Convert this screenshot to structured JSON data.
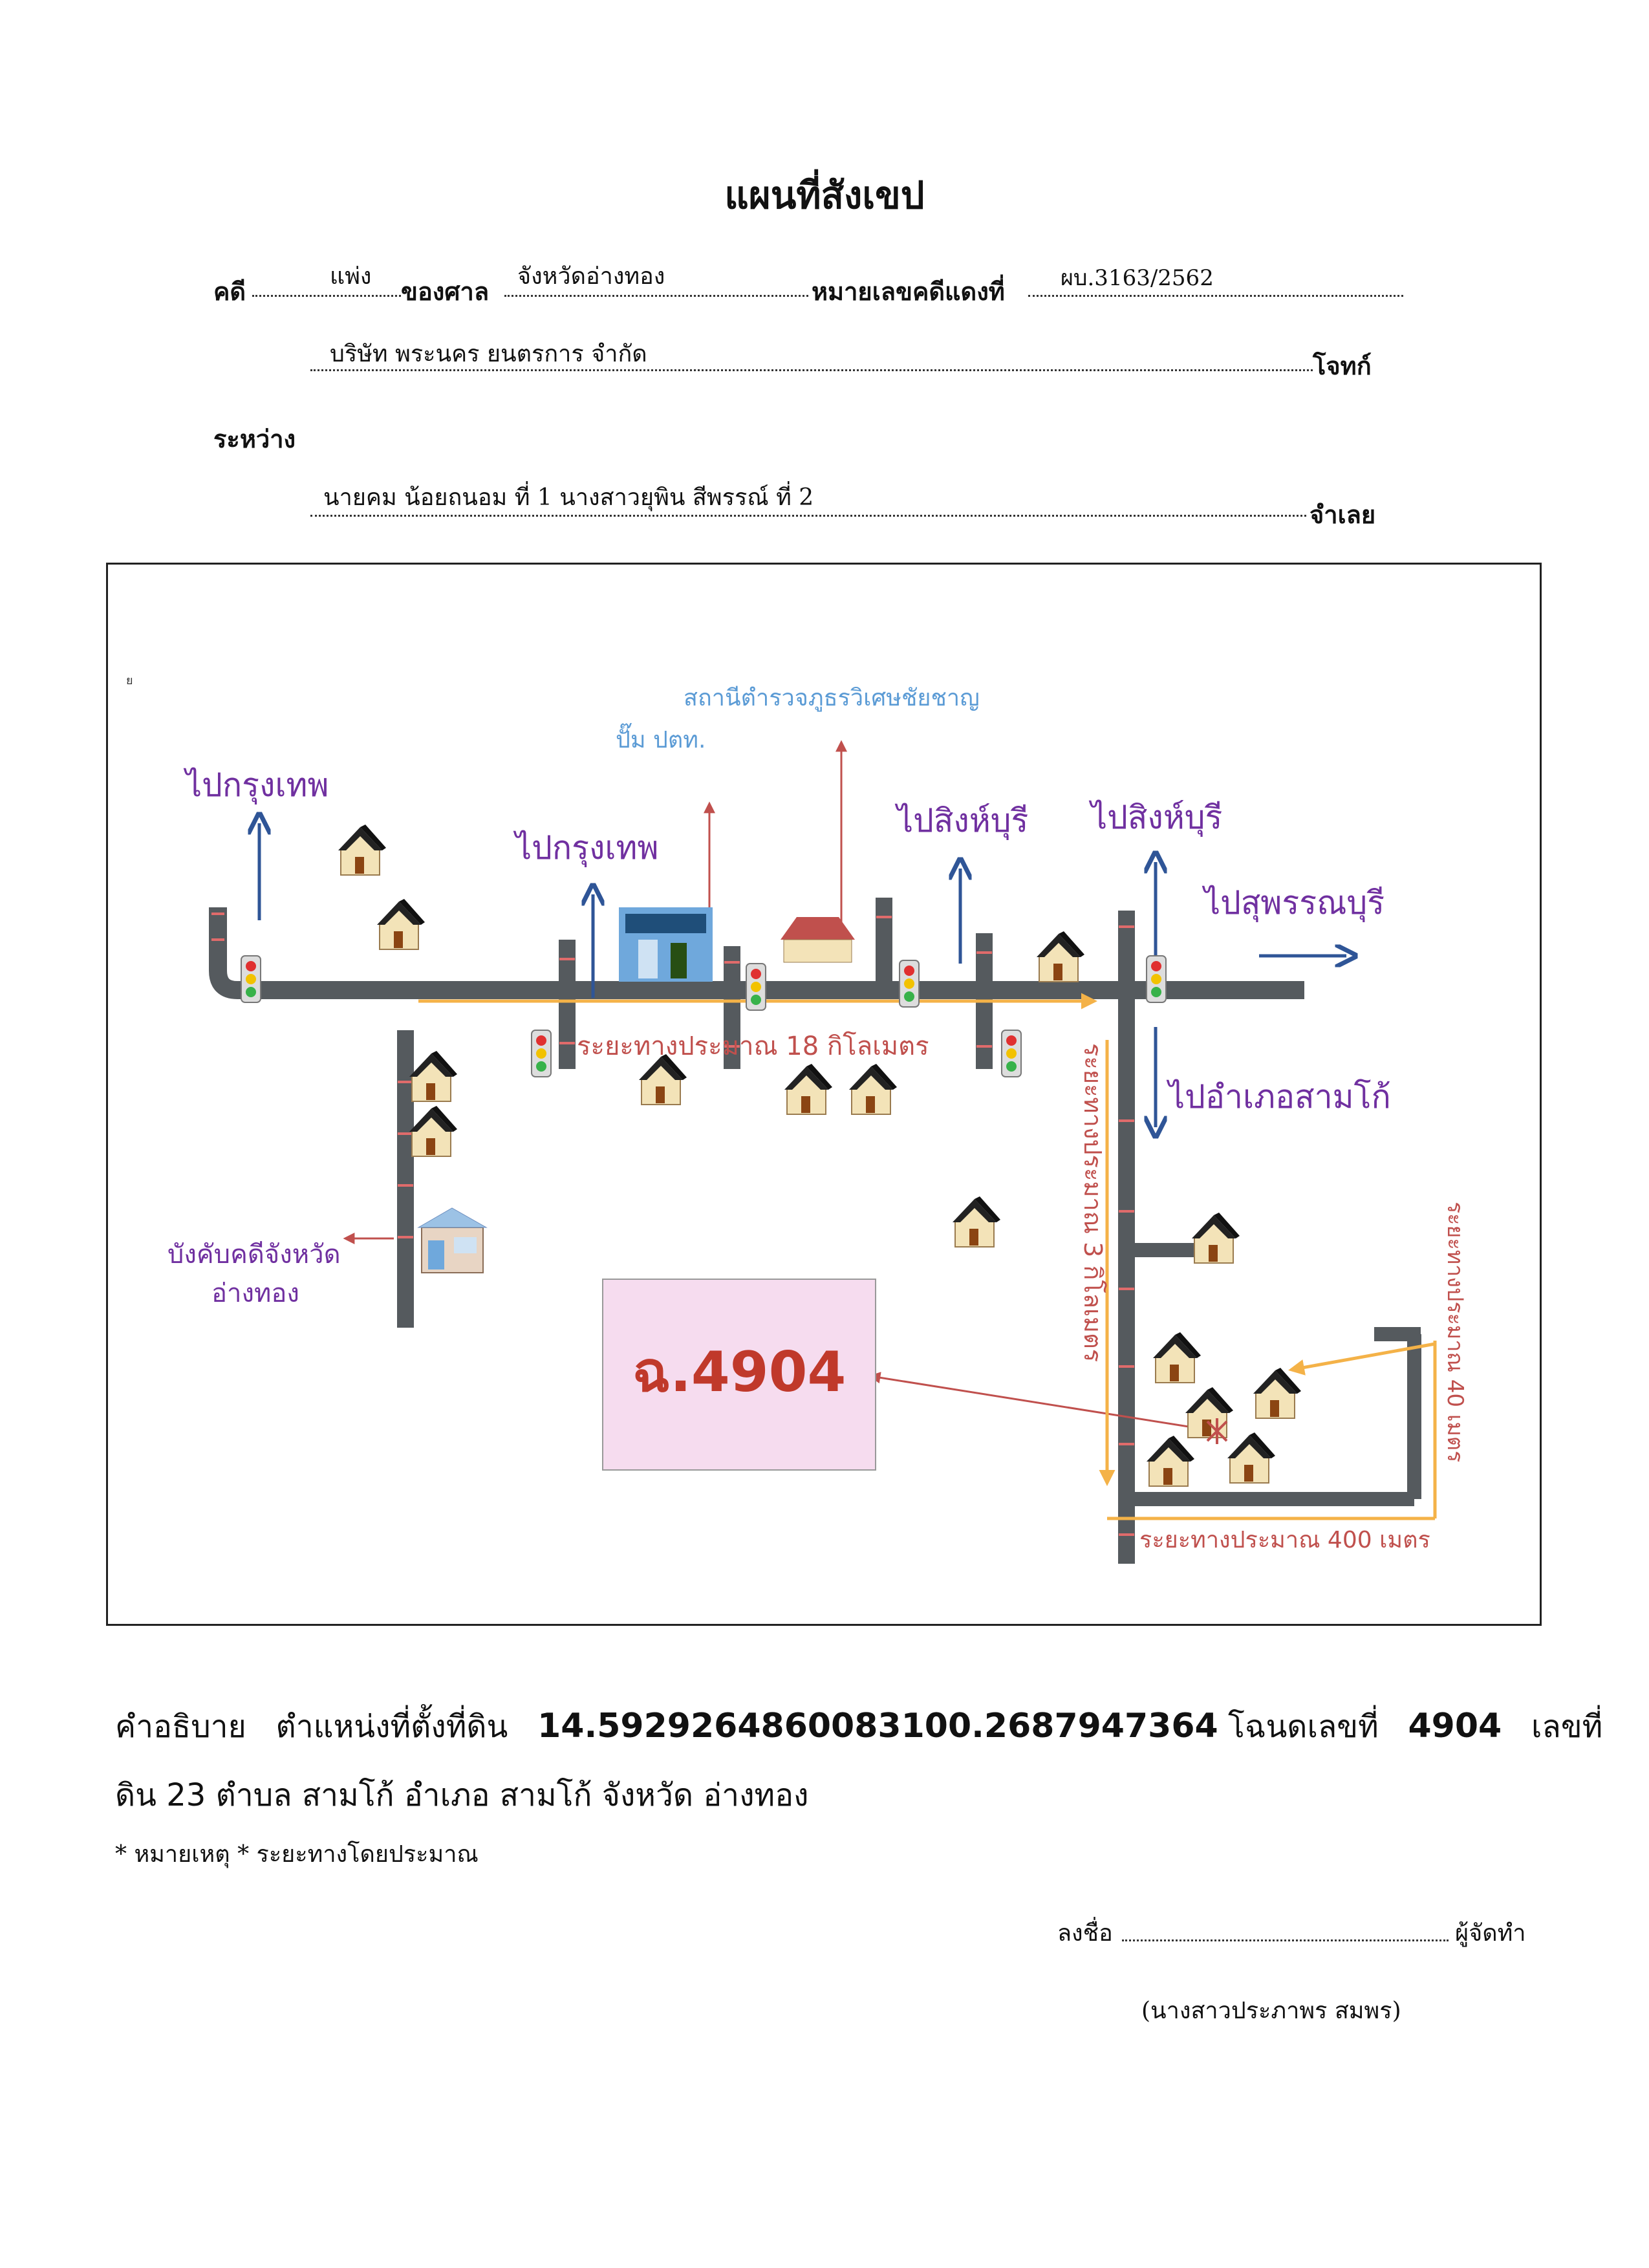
{
  "header": {
    "title": "แผนที่สังเขป",
    "case_label": "คดี",
    "case_value": "แพ่ง",
    "court_label": "ของศาล",
    "court_value": "จังหวัดอ่างทอง",
    "red_case_label": "หมายเลขคดีแดงที่",
    "red_case_value": "ผบ.3163/2562",
    "plaintiff_value": "บริษัท พระนคร ยนตรการ จำกัด",
    "plaintiff_label": "โจทก์",
    "between_label": "ระหว่าง",
    "defendant_value": "นายคม น้อยถนอม  ที่ 1 นางสาวยุพิน สีพรรณ์  ที่ 2",
    "defendant_label": "จำเลย"
  },
  "map": {
    "corner_mark": "ย",
    "to_bangkok_1": "ไปกรุงเทพ",
    "to_bangkok_2": "ไปกรุงเทพ",
    "police_station": "สถานีตำรวจภูธรวิเศษชัยชาญ",
    "gas_station": "ปั๊ม ปตท.",
    "to_singburi_1": "ไปสิงห์บุรี",
    "to_singburi_2": "ไปสิงห์บุรี",
    "to_suphanburi": "ไปสุพรรณบุรี",
    "to_samko": "ไปอำเภอสามโก้",
    "distance_18km": "ระยะทางประมาณ  18  กิโลเมตร",
    "distance_3km": "ระยะทางประมาณ  3  กิโลเมตร",
    "distance_400m": "ระยะทางประมาณ 400 เมตร",
    "distance_40m": "ระยะทางประมาณ 40 เมตร",
    "enforcement_office_line1": "บังคับคดีจังหวัด",
    "enforcement_office_line2": "อ่างทอง",
    "parcel_label": "ฉ.4904",
    "colors": {
      "road": "#555a5e",
      "road_mark": "#e06b6b",
      "arrow_blue": "#2f5597",
      "distance_orange": "#f4b248",
      "distance_text": "#c0504d",
      "place_purple": "#7030a0",
      "parcel_bg": "#f6dcef",
      "parcel_text": "#c0392b"
    }
  },
  "description": {
    "label": "คำอธิบาย",
    "location_label": "ตำแหน่งที่ตั้งที่ดิน",
    "coordinates": "14.5929264860083100.2687947364",
    "deed_label": "โฉนดเลขที่",
    "deed_no": "4904",
    "land_no_label": "เลขที่",
    "line2": "ดิน 23 ตำบล สามโก้ อำเภอ สามโก้  จังหวัด อ่างทอง"
  },
  "note": "* หมายเหตุ * ระยะทางโดยประมาณ",
  "signature": {
    "sign_label": "ลงชื่อ",
    "role": "ผู้จัดทำ",
    "name": "(นางสาวประภาพร  สมพร)"
  }
}
